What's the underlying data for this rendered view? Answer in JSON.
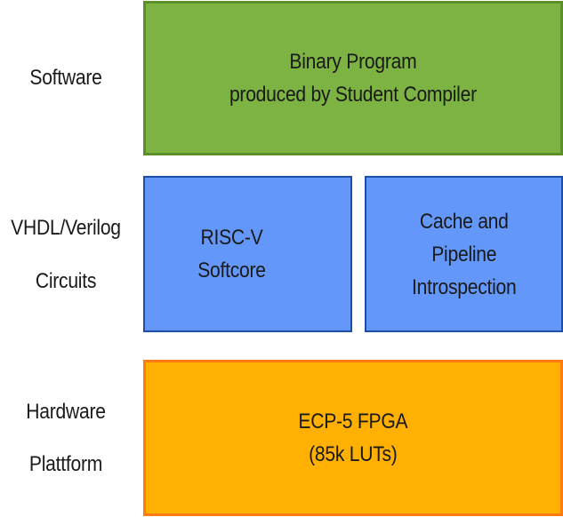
{
  "colors": {
    "software_fill": "#7cb342",
    "software_border": "#5b8f2a",
    "circuit_fill": "#6398fa",
    "circuit_border": "#1e4fa8",
    "hardware_fill": "#ffb000",
    "hardware_border": "#ff7a10",
    "text": "#1a1a1a"
  },
  "layers": {
    "software": {
      "label": "Software",
      "box": {
        "lines": [
          "Binary Program",
          "produced by Student Compiler"
        ]
      }
    },
    "circuits": {
      "label_lines": [
        "VHDL/Verilog",
        "Circuits"
      ],
      "boxes": [
        {
          "lines": [
            "RISC-V",
            "Softcore"
          ]
        },
        {
          "lines": [
            "Cache and",
            "Pipeline",
            "Introspection"
          ]
        }
      ]
    },
    "hardware": {
      "label_lines": [
        "Hardware",
        "Plattform"
      ],
      "box": {
        "lines": [
          "ECP-5 FPGA",
          "(85k LUTs)"
        ]
      }
    }
  }
}
